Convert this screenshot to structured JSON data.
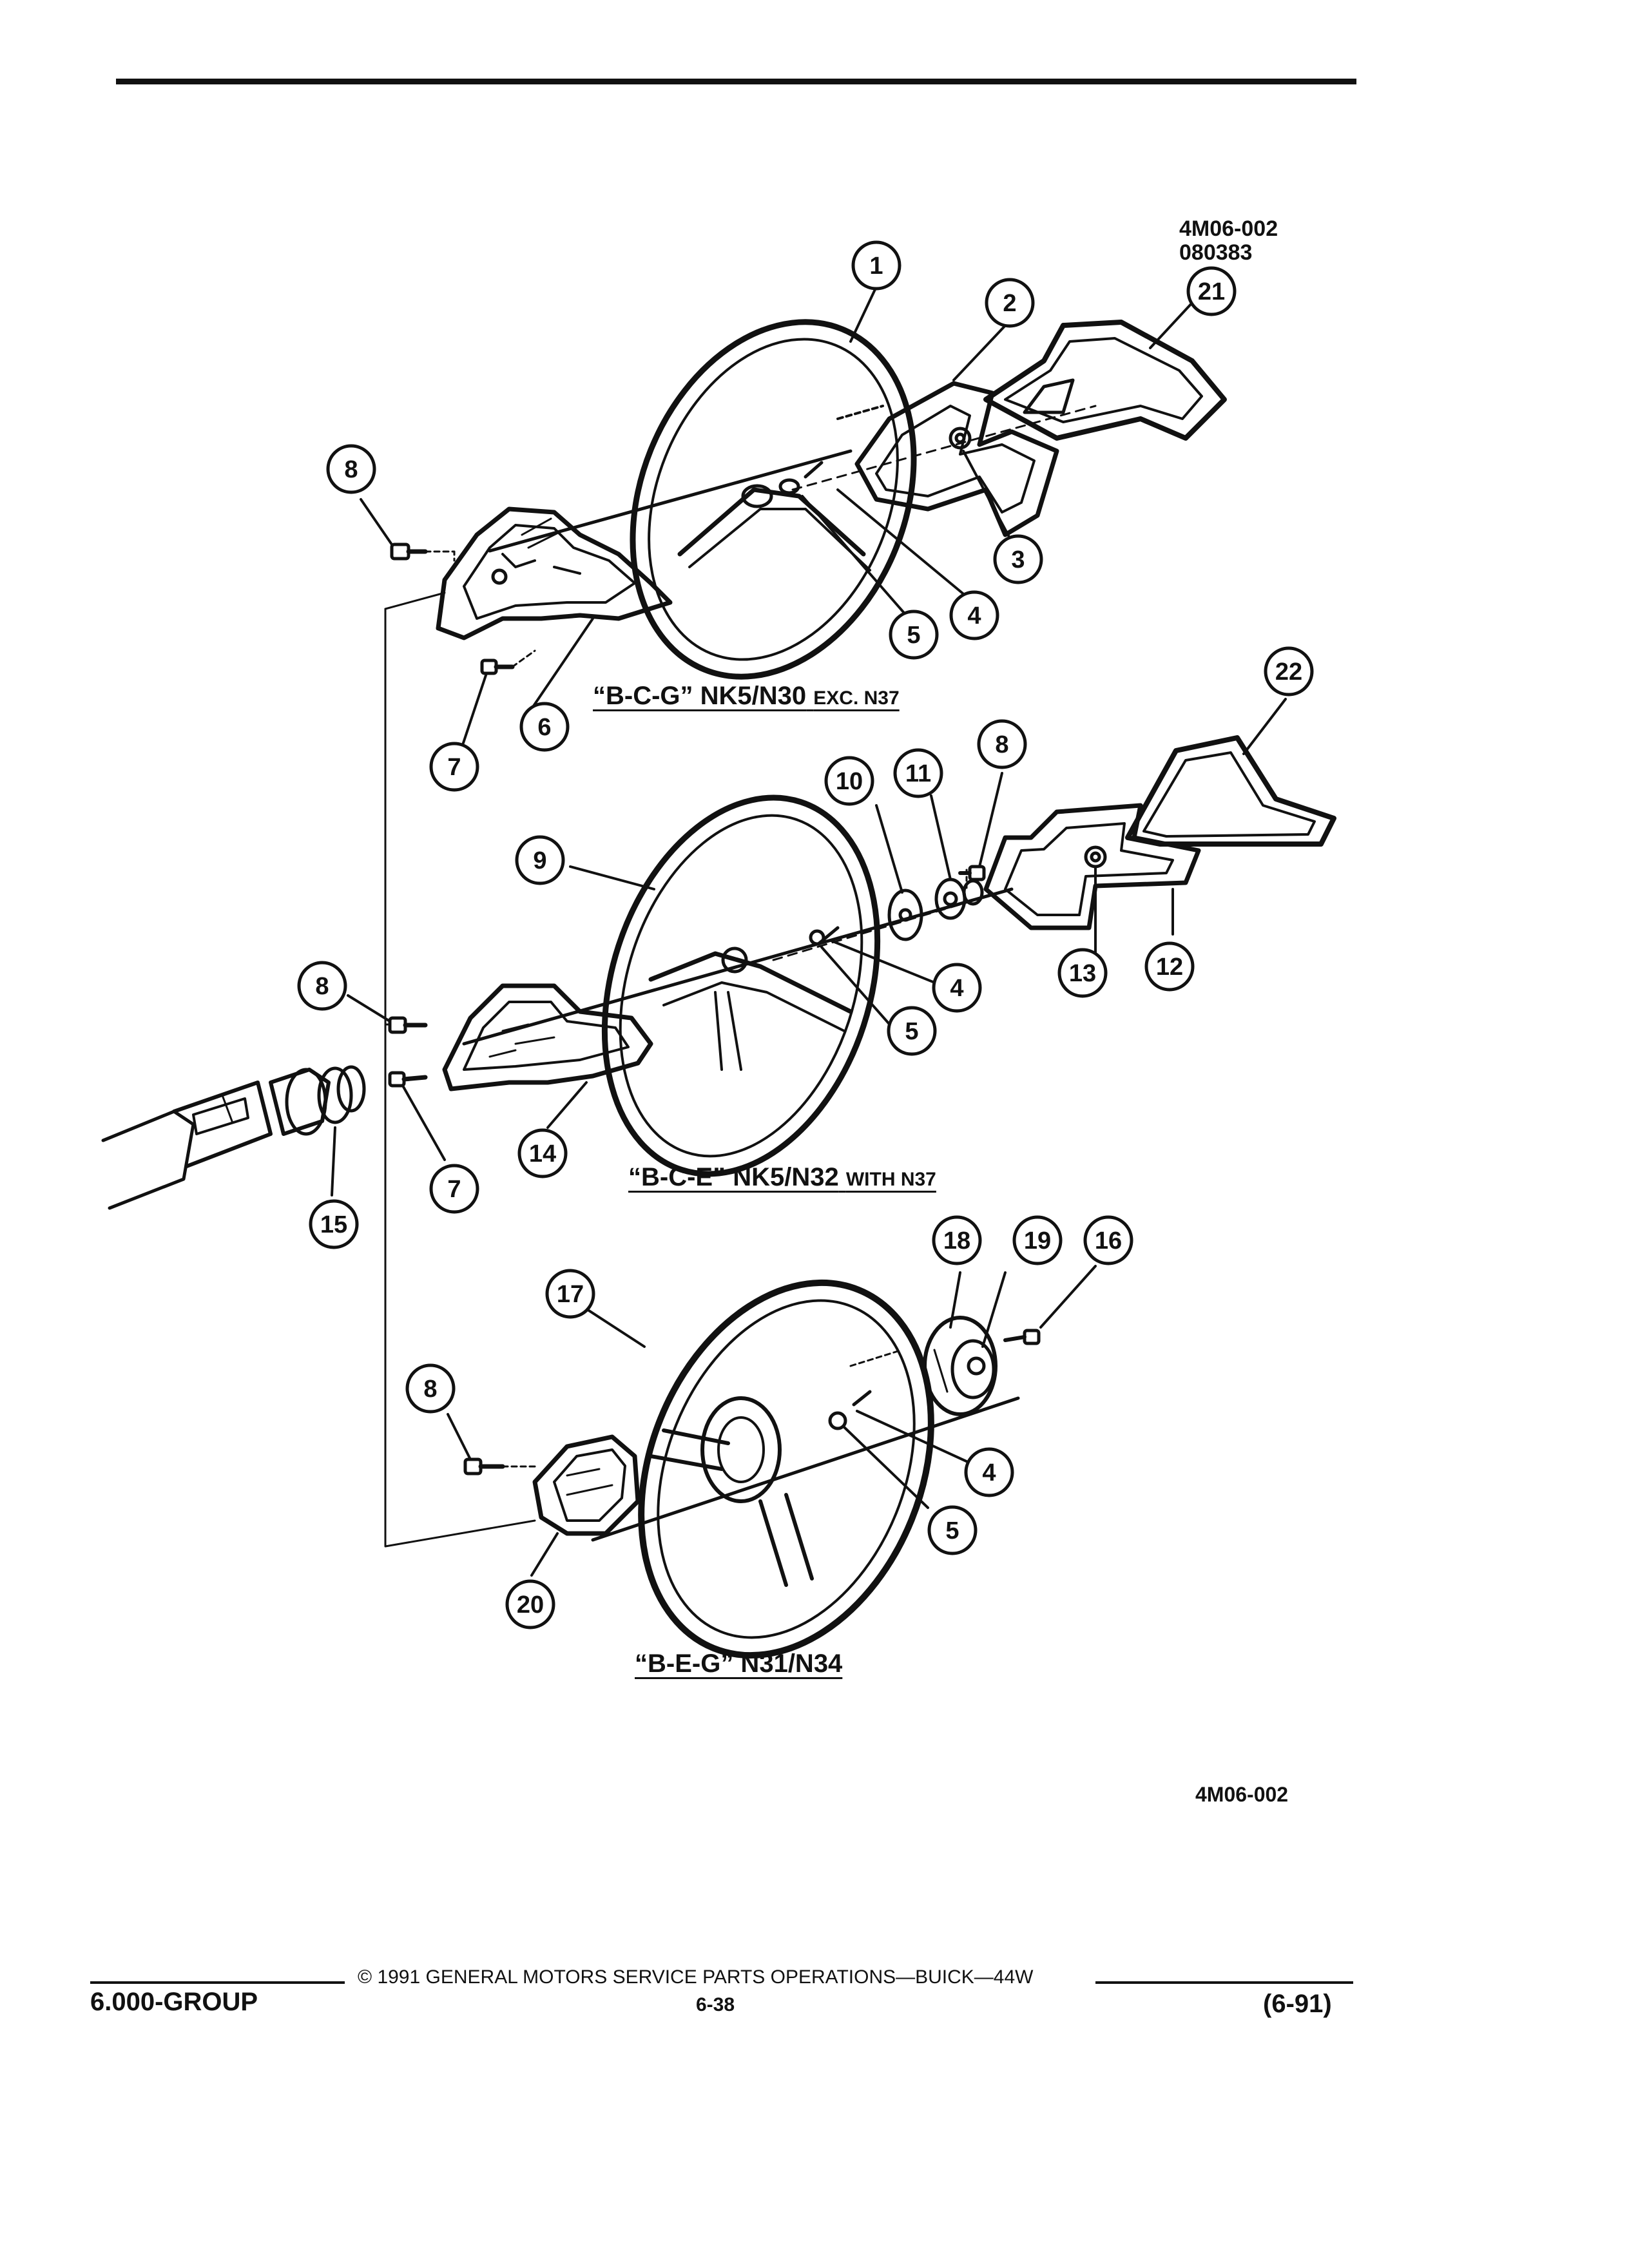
{
  "header": {
    "figure_code": "4M06-002",
    "figure_date": "080383"
  },
  "diagram": {
    "sections": [
      {
        "title": "“B-C-G” NK5/N30",
        "qualifier": "EXC. N37"
      },
      {
        "title": "“B-C-E” NK5/N32",
        "qualifier": "WITH N37"
      },
      {
        "title": "“B-E-G” N31/N34",
        "qualifier": ""
      }
    ],
    "callouts": [
      "1",
      "2",
      "21",
      "8",
      "3",
      "4",
      "5",
      "6",
      "7",
      "22",
      "10",
      "11",
      "8",
      "9",
      "13",
      "12",
      "8",
      "4",
      "5",
      "14",
      "15",
      "7",
      "17",
      "18",
      "19",
      "16",
      "8",
      "4",
      "5",
      "20"
    ],
    "bottom_code": "4M06-002"
  },
  "footer": {
    "group": "6.000-GROUP",
    "copyright": "© 1991 GENERAL MOTORS SERVICE PARTS OPERATIONS—BUICK—44W",
    "page_number": "6-38",
    "revision": "(6-91)"
  }
}
